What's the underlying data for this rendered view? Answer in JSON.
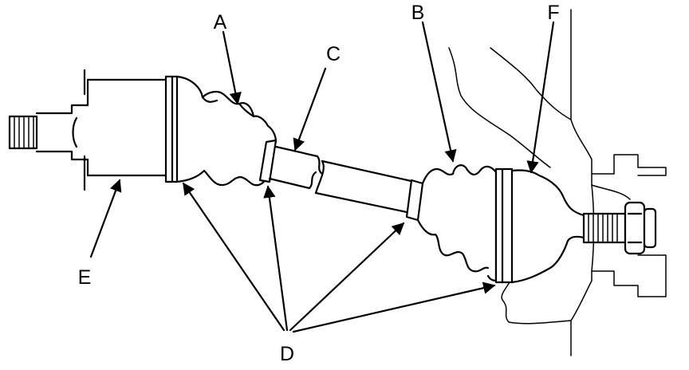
{
  "labels": {
    "a": "A",
    "b": "B",
    "c": "C",
    "d": "D",
    "e": "E",
    "f": "F"
  },
  "colors": {
    "stroke": "#000000",
    "background": "#ffffff"
  }
}
